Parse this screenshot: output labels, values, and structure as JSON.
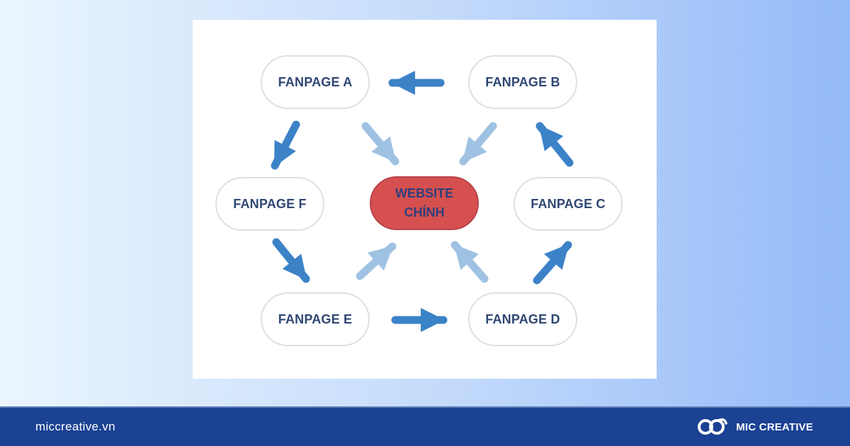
{
  "diagram": {
    "center": {
      "line1": "WEBSITE",
      "line2": "CHÍNH"
    },
    "nodes": {
      "a": "FANPAGE A",
      "b": "FANPAGE B",
      "c": "FANPAGE C",
      "d": "FANPAGE D",
      "e": "FANPAGE E",
      "f": "FANPAGE F"
    },
    "colors": {
      "cycle_arrow": "#3c82c7",
      "center_arrow": "#9fc2e3",
      "center_fill": "#d5504f",
      "node_text": "#2f4773"
    }
  },
  "footer": {
    "website": "miccreative.vn",
    "brand": "MIC CREATIVE",
    "background": "#1b4293"
  }
}
